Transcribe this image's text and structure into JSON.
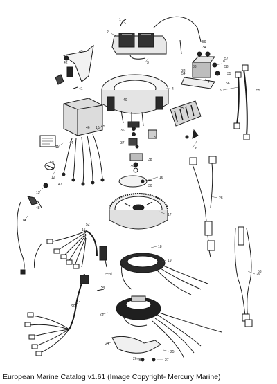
{
  "caption": "European Marine Catalog v1.61 (Image Copyright- Mercury Marine)",
  "callouts": [
    "1",
    "2",
    "3",
    "4",
    "5",
    "6",
    "7",
    "8",
    "9",
    "10",
    "11",
    "12",
    "13",
    "14",
    "15",
    "16",
    "17",
    "18",
    "19",
    "20",
    "21",
    "22",
    "23",
    "24",
    "25",
    "26",
    "27",
    "28",
    "29",
    "30",
    "31",
    "32",
    "33",
    "34",
    "35",
    "36",
    "37",
    "38",
    "39",
    "40",
    "41",
    "42",
    "43",
    "44",
    "45",
    "46",
    "47",
    "48",
    "49",
    "50",
    "51",
    "52",
    "53",
    "54",
    "55",
    "56",
    "57",
    "58",
    "59"
  ],
  "colors": {
    "ink": "#1a1a1a",
    "paper": "#ffffff"
  }
}
